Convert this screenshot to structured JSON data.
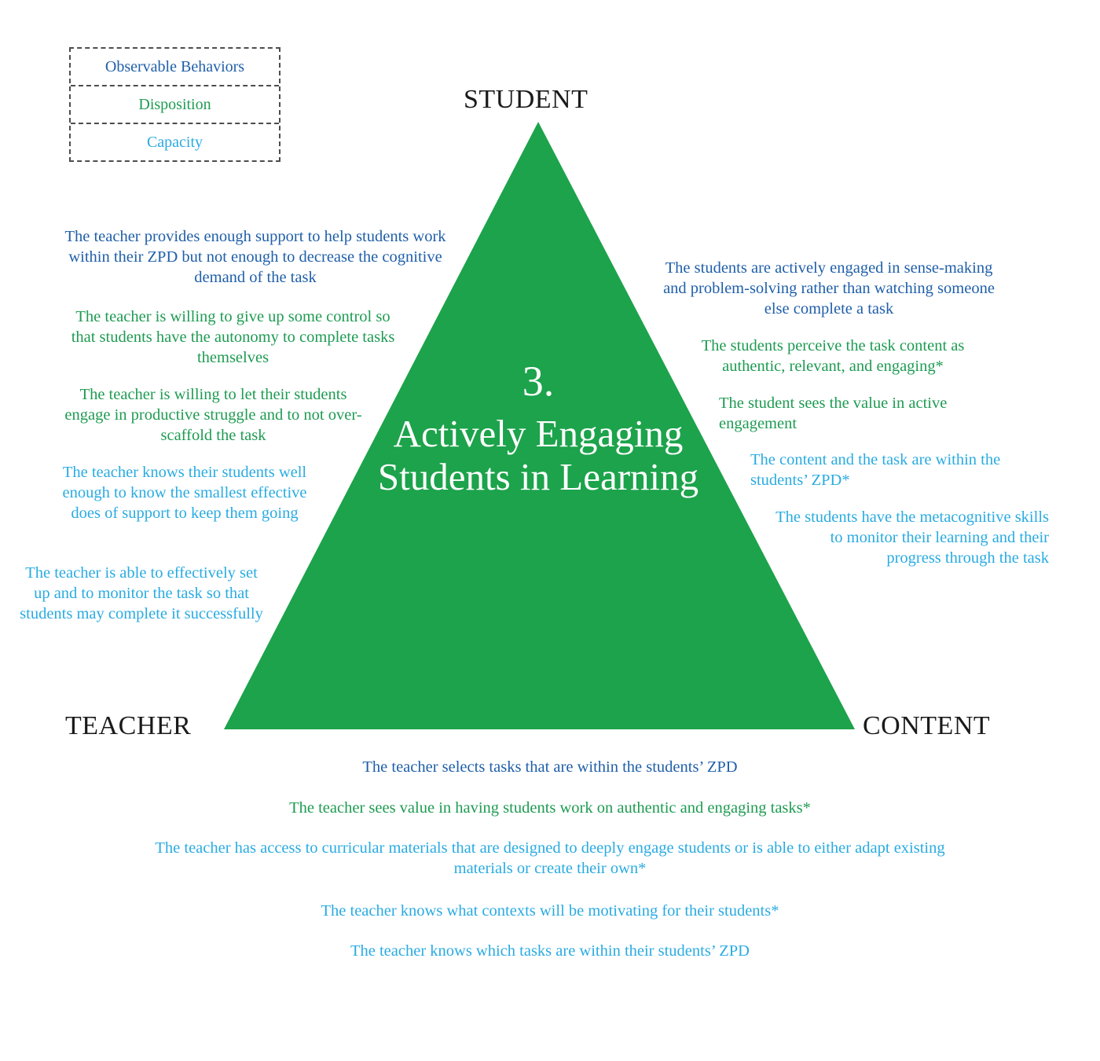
{
  "colors": {
    "observable_behaviors": "#1f5fa9",
    "disposition": "#1e9b52",
    "capacity": "#29abe2",
    "triangle_fill": "#1ca34b",
    "vertex_label": "#1a1a1a",
    "center_title": "#ffffff"
  },
  "legend": {
    "items": [
      {
        "label": "Observable Behaviors",
        "category": "observable_behaviors"
      },
      {
        "label": "Disposition",
        "category": "disposition"
      },
      {
        "label": "Capacity",
        "category": "capacity"
      }
    ]
  },
  "vertices": {
    "student": "STUDENT",
    "teacher": "TEACHER",
    "content": "CONTENT"
  },
  "center": {
    "number": "3.",
    "title": "Actively Engaging Students in Learning"
  },
  "notes": {
    "left": [
      {
        "category": "observable_behaviors",
        "text": "The teacher provides enough support to help students work within their ZPD but not enough to decrease the cognitive demand of the task"
      },
      {
        "category": "disposition",
        "text": "The teacher is willing to give up some control so that students have the autonomy to complete tasks themselves"
      },
      {
        "category": "disposition",
        "text": "The teacher is willing to let their students engage in productive struggle and to not over-scaffold the task"
      },
      {
        "category": "capacity",
        "text": "The teacher knows their students well enough to know the smallest effective does of support to keep them going"
      },
      {
        "category": "capacity",
        "text": "The teacher is able to effectively set up and to monitor the task so that students may complete it successfully"
      }
    ],
    "right": [
      {
        "category": "observable_behaviors",
        "text": "The students are actively engaged in sense-making and problem-solving rather than watching someone else complete a task"
      },
      {
        "category": "disposition",
        "text": "The students perceive the task content as authentic, relevant, and engaging*"
      },
      {
        "category": "disposition",
        "text": "The student sees the value in active engagement"
      },
      {
        "category": "capacity",
        "text": "The content and the task are within the students’ ZPD*"
      },
      {
        "category": "capacity",
        "text": "The students have the metacognitive skills to monitor their learning and their progress through the task"
      }
    ],
    "bottom": [
      {
        "category": "observable_behaviors",
        "text": "The teacher selects tasks that are within the students’ ZPD"
      },
      {
        "category": "disposition",
        "text": "The teacher sees value in having students work on authentic and engaging tasks*"
      },
      {
        "category": "capacity",
        "text": "The teacher has access to curricular materials that are designed to deeply engage students or is able to either adapt existing materials or create their own*"
      },
      {
        "category": "capacity",
        "text": "The teacher knows what contexts will be motivating for their students*"
      },
      {
        "category": "capacity",
        "text": "The teacher knows which tasks are within their students’ ZPD"
      }
    ]
  }
}
